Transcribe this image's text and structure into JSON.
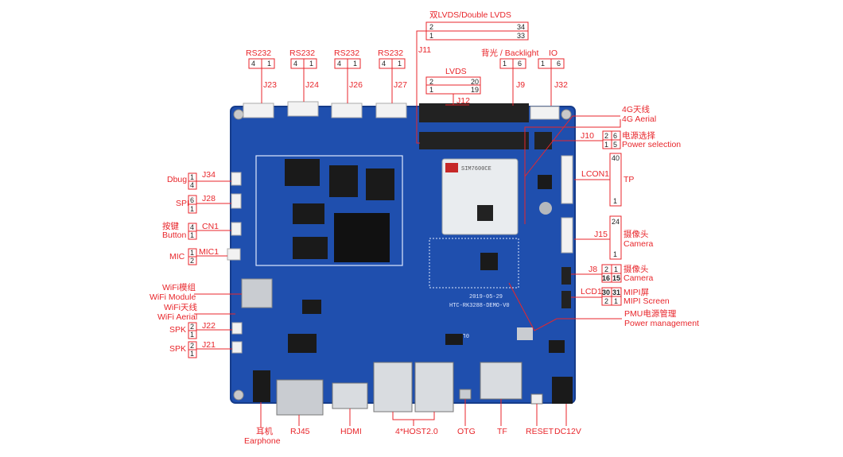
{
  "labels": {
    "lvds_double": "双LVDS/Double LVDS",
    "lvds_double_pins": [
      "2",
      "34",
      "1",
      "33"
    ],
    "j11": "J11",
    "lvds": "LVDS",
    "lvds_pins": [
      "2",
      "20",
      "1",
      "19"
    ],
    "j12": "J12",
    "backlight": "背光 / Backlight",
    "backlight_pins": [
      "1",
      "6"
    ],
    "j9": "J9",
    "io": "IO",
    "io_pins": [
      "1",
      "6"
    ],
    "j32": "J32",
    "rs232": "RS232",
    "rs232_pins": [
      "4",
      "1"
    ],
    "j23": "J23",
    "j24": "J24",
    "j26": "J26",
    "j27": "J27",
    "aerial_4g_cn": "4G天线",
    "aerial_4g_en": "4G Aerial",
    "j10": "J10",
    "power_sel_cn": "电源选择",
    "power_sel_en": "Power selection",
    "j10_pins": [
      "2",
      "6",
      "1",
      "5"
    ],
    "lcon1": "LCON1",
    "tp": "TP",
    "lcon1_pins": [
      "40",
      "1"
    ],
    "j15": "J15",
    "camera_cn": "摄像头",
    "camera_en": "Camera",
    "j15_pins": [
      "24",
      "1"
    ],
    "j8": "J8",
    "j8_pins": [
      "2",
      "1",
      "16",
      "15"
    ],
    "lcd1": "LCD1",
    "mipi_cn": "MIPI屏",
    "mipi_en": "MIPI Screen",
    "lcd1_pins": [
      "30",
      "31",
      "2",
      "1"
    ],
    "pmu_cn": "PMU电源管理",
    "pmu_en": "Power management",
    "dbug": "Dbug",
    "j34": "J34",
    "j34_pins": [
      "1",
      "4"
    ],
    "spi": "SPI",
    "j28": "J28",
    "j28_pins": [
      "6",
      "1"
    ],
    "button_cn": "按键",
    "button_en": "Button",
    "cn1": "CN1",
    "cn1_pins": [
      "4",
      "1"
    ],
    "mic": "MIC",
    "mic1": "MIC1",
    "mic1_pins": [
      "1",
      "2"
    ],
    "wifi_module_cn": "WiFi模组",
    "wifi_module_en": "WiFi Module",
    "wifi_aerial_cn": "WiFi天线",
    "wifi_aerial_en": "WiFi Aerial",
    "spk": "SPK",
    "j22": "J22",
    "j22_pins": [
      "2",
      "1"
    ],
    "j21": "J21",
    "j21_pins": [
      "2",
      "1"
    ],
    "earphone_cn": "耳机",
    "earphone_en": "Earphone",
    "rj45": "RJ45",
    "hdmi": "HDMI",
    "usb_host": "4*HOST2.0",
    "otg": "OTG",
    "tf": "TF",
    "reset": "RESET",
    "dc12v": "DC12V"
  },
  "board_silk": {
    "module": "SIM7600CE",
    "model": "HTC-RK3288-DEMO-V0",
    "date": "2019-05-29",
    "mark": "0L 923"
  },
  "colors": {
    "accent": "#e8262b",
    "pcb": "#1f4fae",
    "pcb_dark": "#163c8a"
  }
}
